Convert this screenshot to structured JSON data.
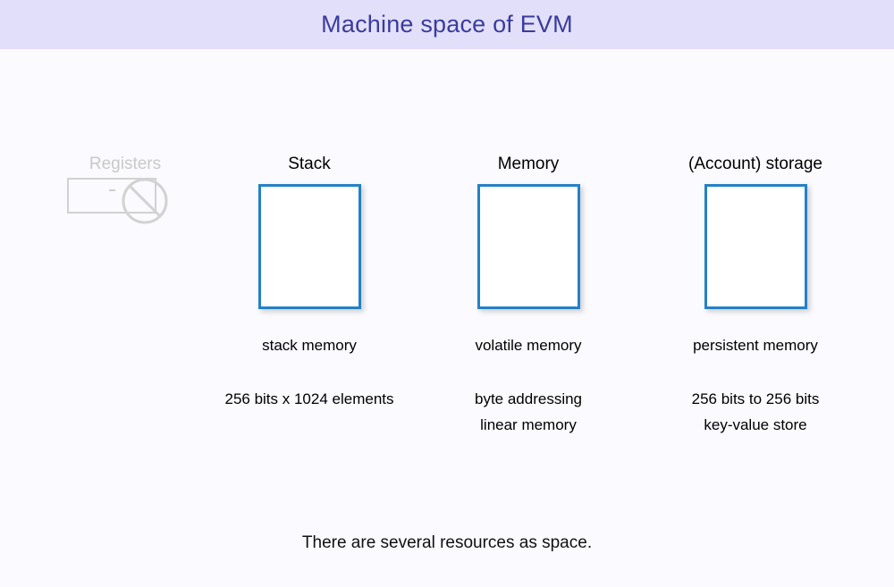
{
  "slide": {
    "title": "Machine space of EVM",
    "footer_note": "There are several resources as space.",
    "accent_color": "#2481c6",
    "banner_color": "#e2dffb",
    "title_color": "#3b3b9e",
    "background_color": "#fafaff",
    "disabled_color": "#c9c9c9"
  },
  "columns": [
    {
      "heading": "Registers",
      "disabled": true,
      "icon": "no-entry-icon",
      "caption_primary": "",
      "caption_secondary_line1": "",
      "caption_secondary_line2": ""
    },
    {
      "heading": "Stack",
      "disabled": false,
      "caption_primary": "stack memory",
      "caption_secondary_line1": "256 bits x 1024 elements",
      "caption_secondary_line2": ""
    },
    {
      "heading": "Memory",
      "disabled": false,
      "caption_primary": "volatile memory",
      "caption_secondary_line1": "byte addressing",
      "caption_secondary_line2": "linear memory"
    },
    {
      "heading": "(Account) storage",
      "disabled": false,
      "caption_primary": "persistent memory",
      "caption_secondary_line1": "256 bits to 256 bits",
      "caption_secondary_line2": "key-value store"
    }
  ]
}
